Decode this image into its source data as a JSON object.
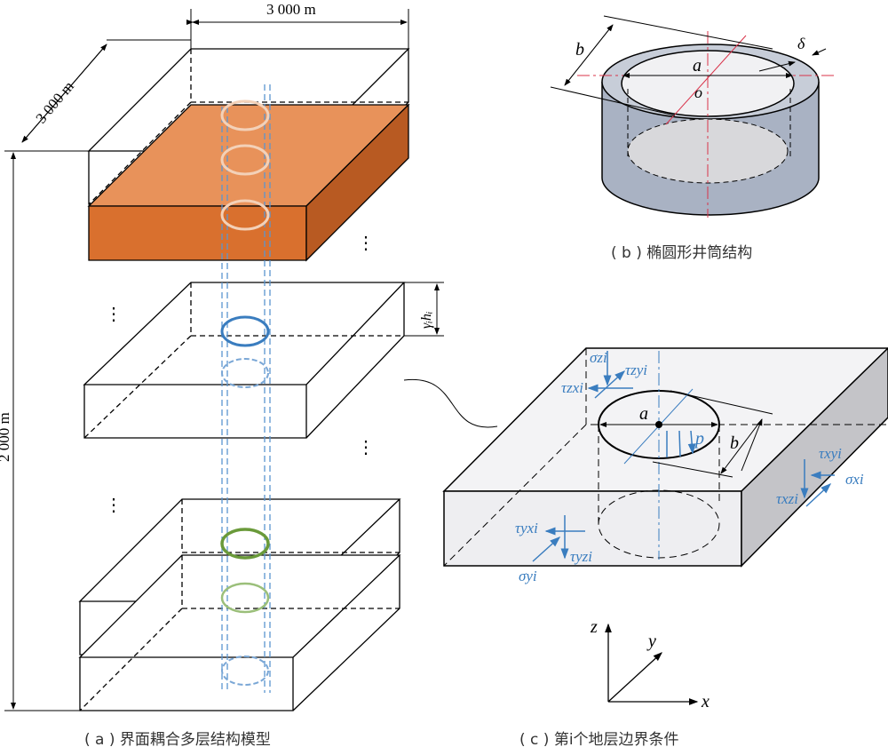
{
  "panel_a": {
    "caption": "( a ) 界面耦合多层结构模型",
    "width_label": "3 000 m",
    "depth_label": "3 000 m",
    "height_label": "2 000 m",
    "layer_thickness_label": "γᵢhᵢ",
    "ellipsis": "⋮"
  },
  "panel_b": {
    "caption": "( b ) 椭圆形井筒结构",
    "a": "a",
    "b": "b",
    "o": "o",
    "delta": "δ"
  },
  "panel_c": {
    "caption": "( c ) 第i个地层边界条件",
    "a": "a",
    "b": "b",
    "p": "p",
    "sigma_zi": "σzi",
    "tau_zyi": "τzyi",
    "tau_zxi": "τzxi",
    "tau_xyi": "τxyi",
    "sigma_xi": "σxi",
    "tau_xzi": "τxzi",
    "tau_yxi": "τyxi",
    "tau_yzi": "τyzi",
    "sigma_yi": "σyi"
  },
  "axes": {
    "x": "x",
    "y": "y",
    "z": "z"
  },
  "colors": {
    "orange": "#d9702e",
    "blue": "#3a7dbf",
    "red": "#d9334a",
    "gray": "#a9b2c3",
    "green": "#6a9a3a"
  }
}
